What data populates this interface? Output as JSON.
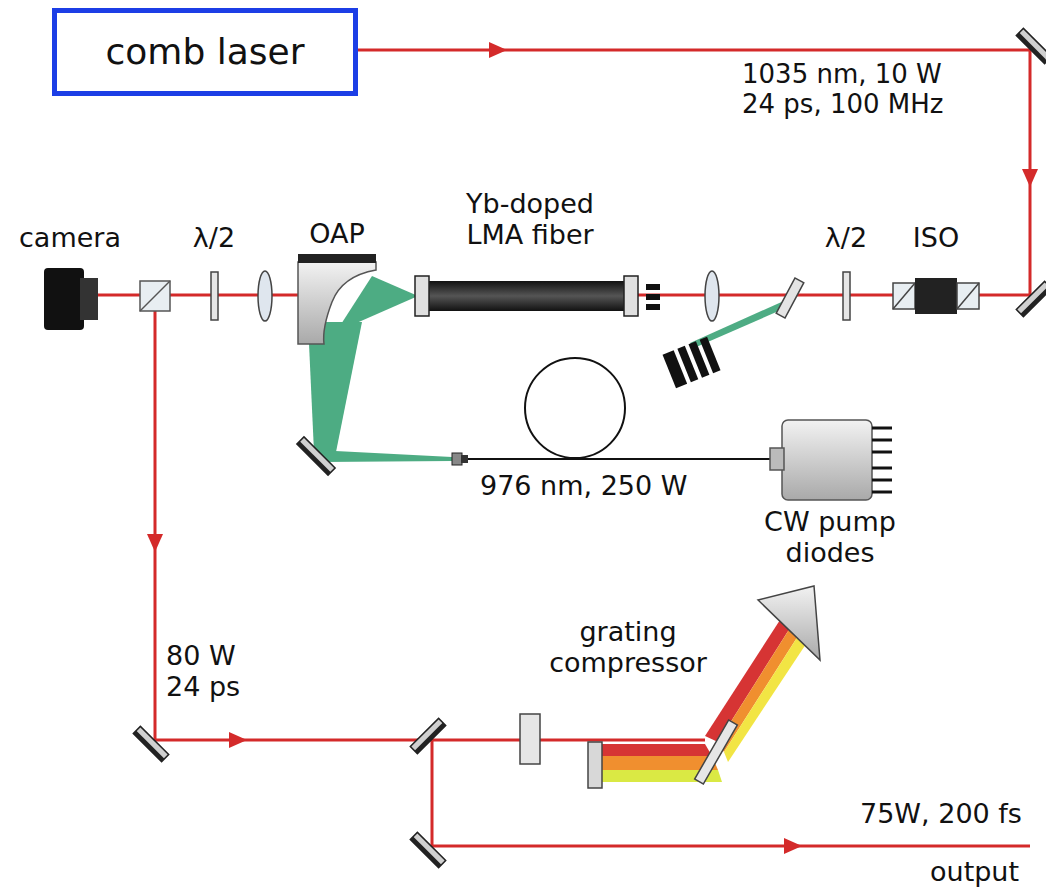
{
  "diagram": {
    "nodes": [
      {
        "text": [
          "comb laser"
        ]
      }
    ],
    "labels": [
      "1035 nm, 10 W 24 ps, 100 MHz",
      "camera",
      "λ/2",
      "OAP",
      "Yb-doped LMA fiber",
      "λ/2",
      "ISO",
      "976 nm, 250 W",
      "CW pump diodes",
      "grating compressor",
      "80 W 24 ps",
      "75W, 200 fs",
      "output"
    ]
  }
}
